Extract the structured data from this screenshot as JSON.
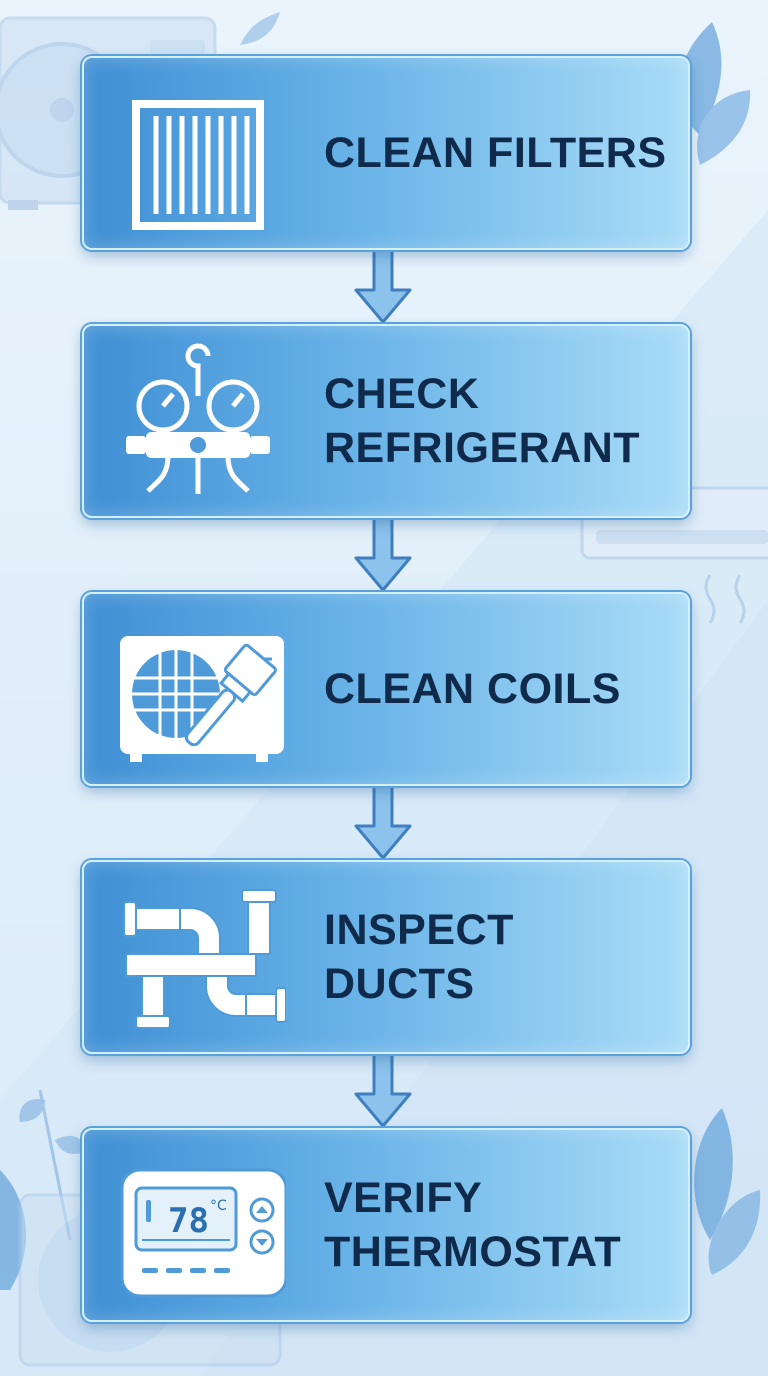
{
  "steps": [
    {
      "id": "clean-filters",
      "lines": [
        "CLEAN FILTERS"
      ],
      "icon": "air-filter-icon"
    },
    {
      "id": "check-refrigerant",
      "lines": [
        "CHECK",
        "REFRIGERANT"
      ],
      "icon": "manifold-gauge-icon"
    },
    {
      "id": "clean-coils",
      "lines": [
        "CLEAN COILS"
      ],
      "icon": "coil-brush-icon"
    },
    {
      "id": "inspect-ducts",
      "lines": [
        "INSPECT",
        "DUCTS"
      ],
      "icon": "duct-pipes-icon"
    },
    {
      "id": "verify-thermostat",
      "lines": [
        "VERIFY",
        "THERMOSTAT"
      ],
      "icon": "thermostat-icon"
    }
  ],
  "thermostat_display": {
    "value": "78",
    "unit": "°C"
  },
  "colors": {
    "box_start": "#3f8fd4",
    "box_end": "#a9dcf7",
    "text": "#0f2a4a",
    "arrow": "#5aa2dc"
  }
}
